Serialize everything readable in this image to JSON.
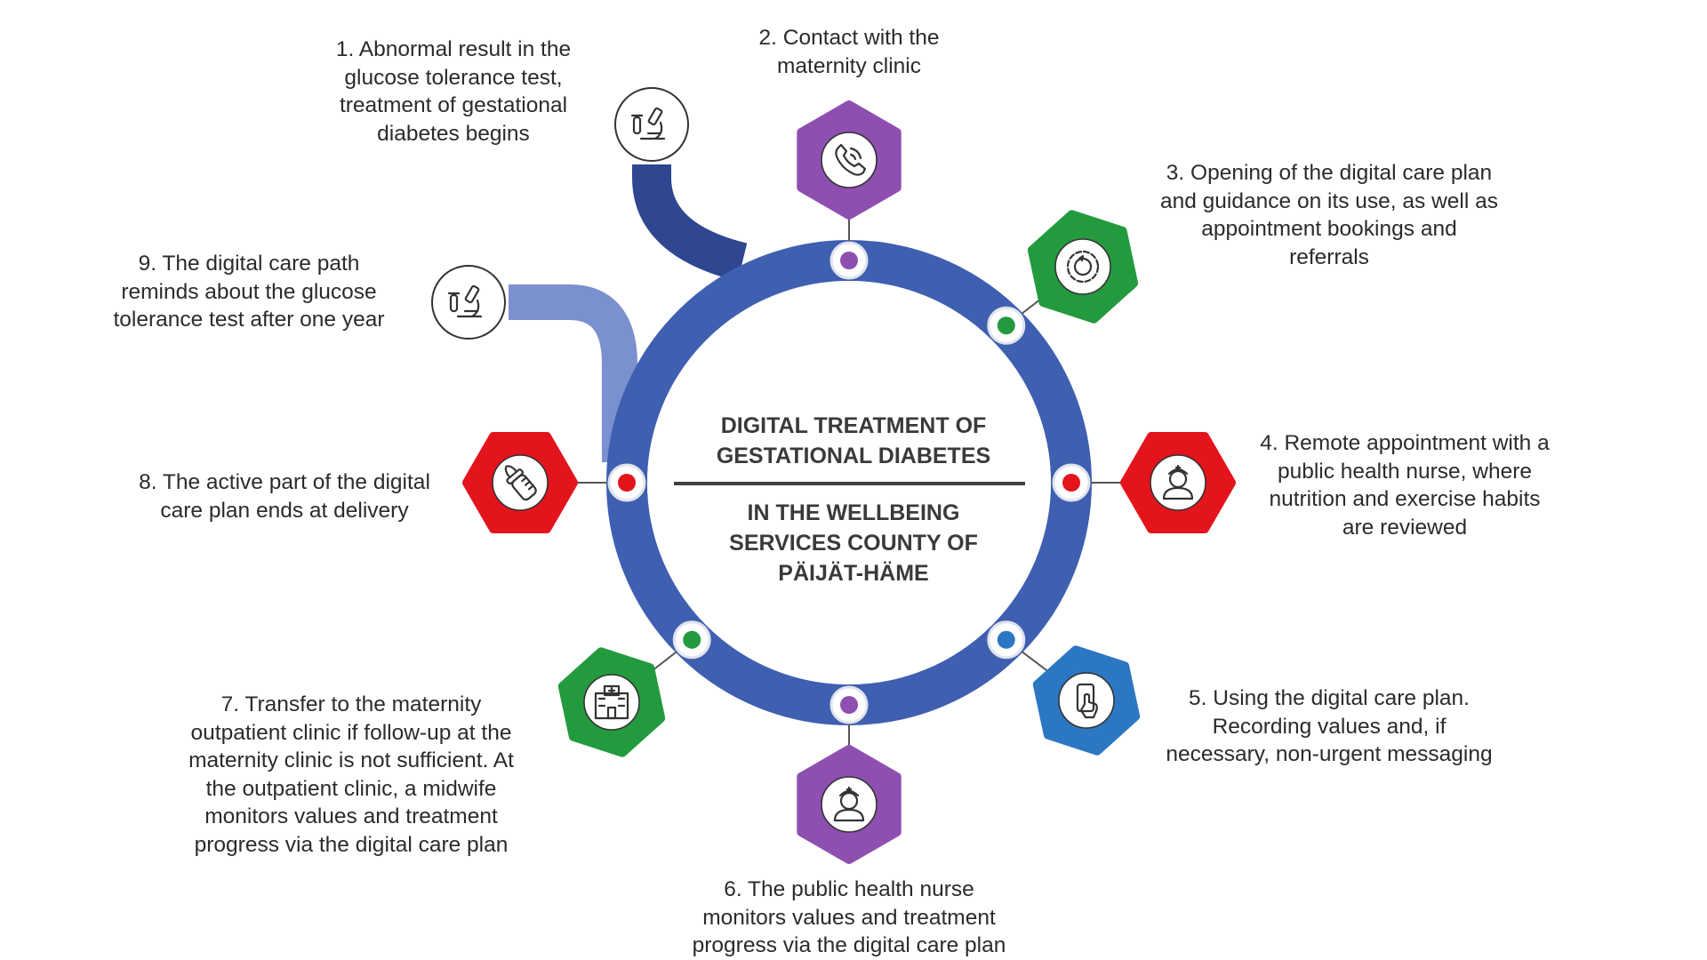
{
  "center": {
    "title_lines": [
      "DIGITAL TREATMENT OF",
      "GESTATIONAL DIABETES"
    ],
    "subtitle_lines": [
      "IN THE WELLBEING",
      "SERVICES COUNTY OF",
      "PÄIJÄT-HÄME"
    ]
  },
  "colors": {
    "ring": "#3f5fb0",
    "purple": "#8e4fb0",
    "green": "#239a3e",
    "red": "#e3141c",
    "blue": "#2c77c2",
    "arc_dark": "#2f4691",
    "arc_light": "#7b90cf"
  },
  "steps": [
    {
      "lines": [
        "1. Abnormal result in the",
        "glucose tolerance test,",
        "treatment of gestational",
        "diabetes begins"
      ],
      "icon": "microscope-icon"
    },
    {
      "lines": [
        "2. Contact with the",
        "maternity clinic"
      ],
      "icon": "phone-icon"
    },
    {
      "lines": [
        "3. Opening of the digital care plan",
        "and guidance on its use, as well as",
        "appointment bookings and",
        "referrals"
      ],
      "icon": "gear-cycle-icon"
    },
    {
      "lines": [
        "4. Remote appointment with a",
        "public health nurse, where",
        "nutrition and exercise habits",
        "are reviewed"
      ],
      "icon": "nurse-icon"
    },
    {
      "lines": [
        "5. Using the digital care plan.",
        "Recording values and, if",
        "necessary, non-urgent messaging"
      ],
      "icon": "smartphone-touch-icon"
    },
    {
      "lines": [
        "6. The public health nurse",
        "monitors values and treatment",
        "progress via the digital care plan"
      ],
      "icon": "nurse-icon"
    },
    {
      "lines": [
        "7. Transfer to the maternity",
        "outpatient clinic if follow-up at the",
        "maternity clinic is not sufficient. At",
        "the outpatient clinic, a midwife",
        "monitors values and treatment",
        "progress via the digital care plan"
      ],
      "icon": "hospital-icon"
    },
    {
      "lines": [
        "8. The active part of the digital",
        "care plan ends at delivery"
      ],
      "icon": "baby-bottle-icon"
    },
    {
      "lines": [
        "9. The digital care path",
        "reminds about the glucose",
        "tolerance test after one year"
      ],
      "icon": "microscope-icon"
    }
  ]
}
